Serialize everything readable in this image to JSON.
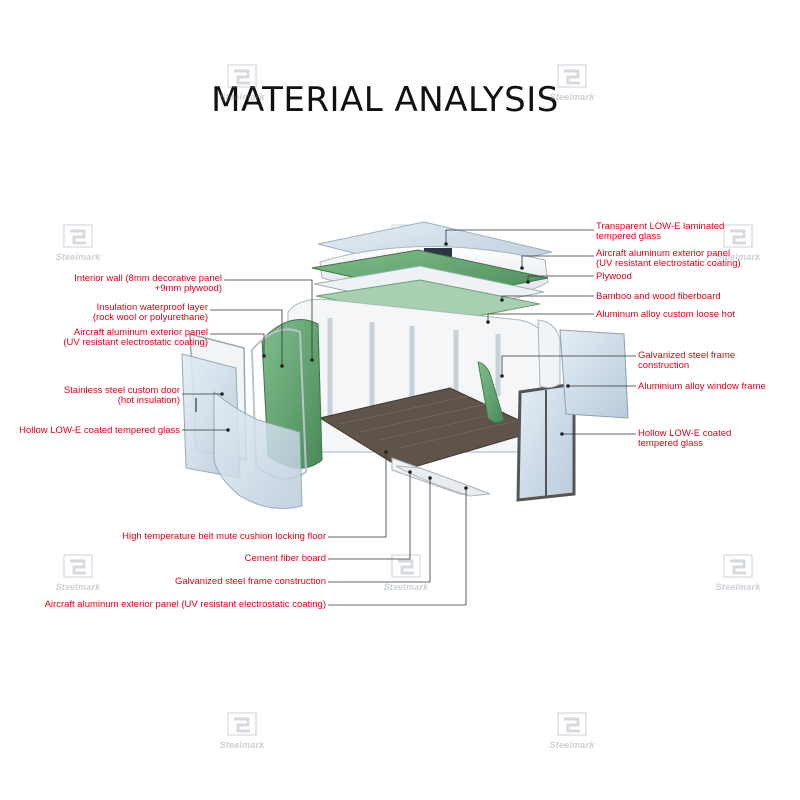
{
  "title": "MATERIAL ANALYSIS",
  "watermark": {
    "text": "Steelmark"
  },
  "labels": {
    "l1": "Interior wall (8mm decorative panel\n+9mm plywood)",
    "l2": "Insulation waterproof layer\n(rock wool or polyurethane)",
    "l3": "Aircraft aluminum exterior panel\n(UV resistant electrostatic coating)",
    "l4": "Stainless steel custom door\n(hot insulation)",
    "l5": "Hollow LOW-E coated tempered glass",
    "r1": "Transparent LOW-E laminated\ntempered glass",
    "r2": "Aircraft aluminum exterior panel\n(UV resistant electrostatic coating)",
    "r3": "Plywood",
    "r4": "Bamboo and wood fiberboard",
    "r5": "Aluminum alloy custom loose hot",
    "r6": "Galvanized steel frame\nconstruction",
    "r7": "Aluminium alloy window frame",
    "r8": "Hollow LOW-E coated\ntempered glass",
    "b1": "High temperature belt mute cushion locking floor",
    "b2": "Cement fiber board",
    "b3": "Galvanized steel frame construction",
    "b4": "Aircraft aluminum exterior panel (UV resistant electrostatic coating)"
  },
  "colors": {
    "label": "#e0001a",
    "panel_green": "#5a9e6a",
    "floor_wood": "#5e544a",
    "glass": "#c8d8e6"
  }
}
